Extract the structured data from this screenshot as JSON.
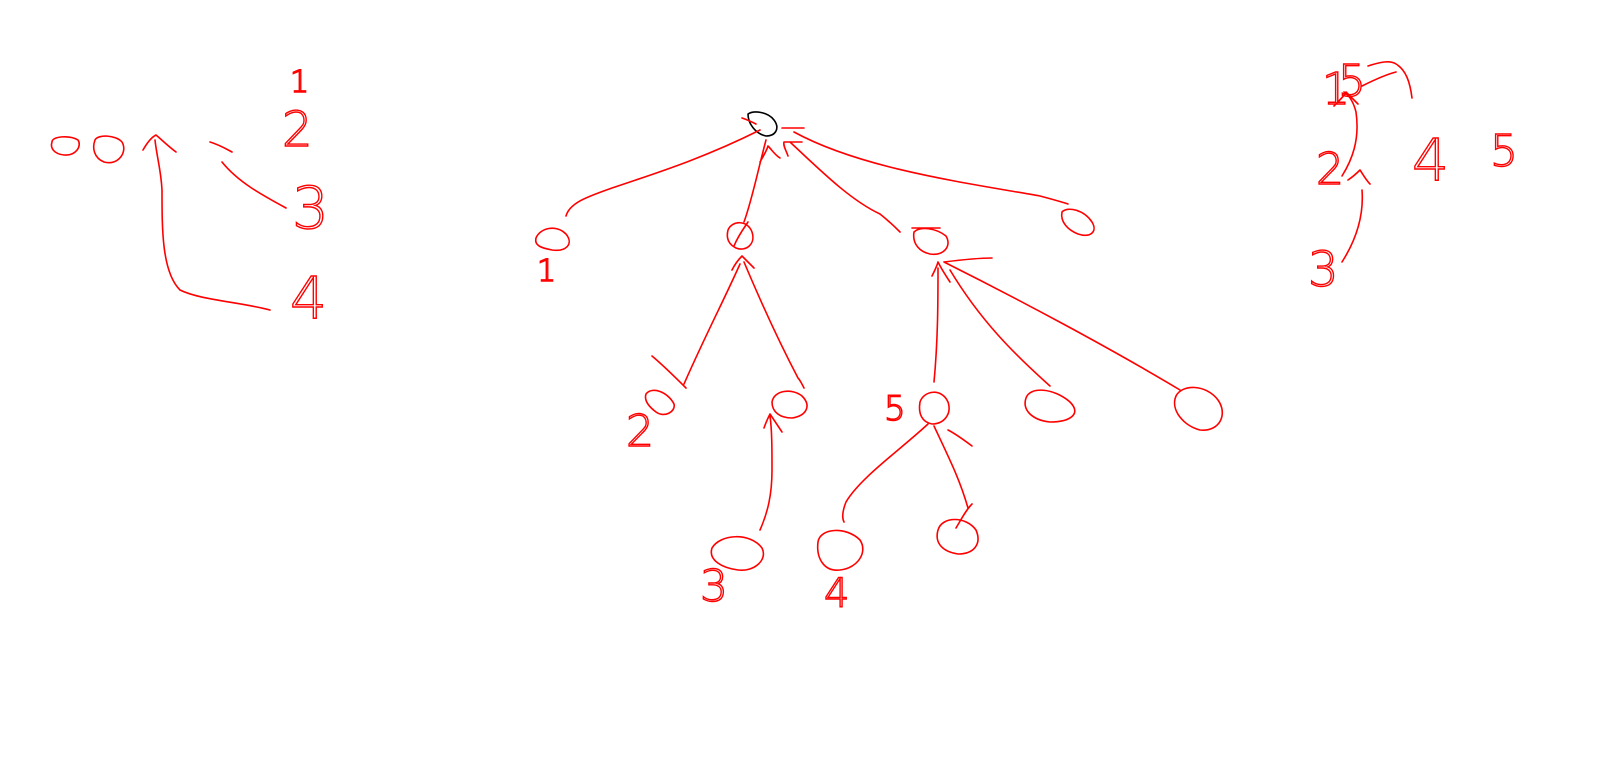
{
  "colors": {
    "ink": "#ff0000",
    "root_ink": "#000000",
    "background": "#ffffff"
  },
  "left_sketch": {
    "numbers": [
      "1",
      "2",
      "3",
      "4"
    ],
    "zeros": [
      "0",
      "0"
    ]
  },
  "tree_sketch": {
    "labels": [
      "1",
      "2",
      "0",
      "3",
      "5",
      "4"
    ]
  },
  "right_sketch": {
    "labels": [
      "1",
      "5",
      "2",
      "3",
      "4",
      "5"
    ]
  }
}
